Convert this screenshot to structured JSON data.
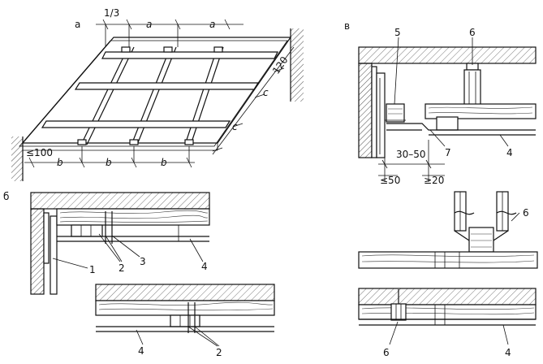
{
  "panels": {
    "a": "а",
    "b": "б",
    "v": "в"
  },
  "dims_a": {
    "one_third": "1/3",
    "a1": "a",
    "a2": "a",
    "c_upper": "c",
    "c_lower": "c",
    "d120": "120",
    "le100": "≤100",
    "b1": "b",
    "b2": "b",
    "b3": "b"
  },
  "callouts_b": {
    "n1": "1",
    "n2a": "2",
    "n3": "3",
    "n4a": "4",
    "n4b": "4",
    "n2b": "2"
  },
  "callouts_v": {
    "n5": "5",
    "n6a": "6",
    "n7": "7",
    "n4": "4",
    "d3050": "30–50",
    "le50": "≤50",
    "ge20": "≥20",
    "n6b": "6",
    "n6c": "6",
    "n4c": "4"
  }
}
